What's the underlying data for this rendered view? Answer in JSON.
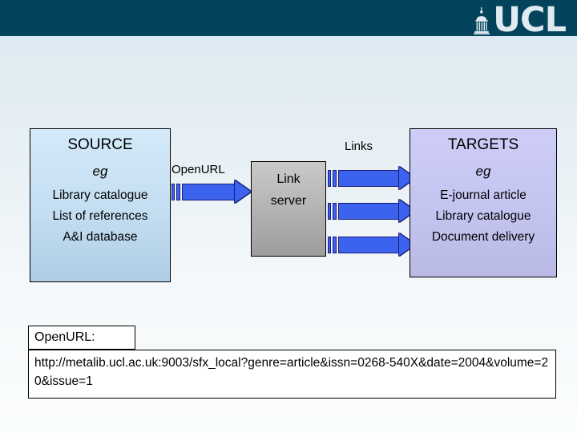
{
  "header": {
    "logo_text": "UCL",
    "logo_icon": "ucl-dome-icon",
    "bar_color": "#04435c"
  },
  "diagram": {
    "source": {
      "title": "SOURCE",
      "eg": "eg",
      "items": [
        "Library catalogue",
        "List of references",
        "A&I database"
      ],
      "fill_color": "#c3ddf1"
    },
    "link_server": {
      "line1": "Link",
      "line2": "server",
      "fill_color": "#b6b6b6"
    },
    "targets": {
      "title": "TARGETS",
      "eg": "eg",
      "items": [
        "E-journal article",
        "Library catalogue",
        "Document delivery"
      ],
      "fill_color": "#c4c4f1"
    },
    "labels": {
      "openurl": "OpenURL",
      "links": "Links"
    },
    "arrow_color": "#3b63ed"
  },
  "openurl_panel": {
    "caption": "OpenURL:",
    "value": "http://metalib.ucl.ac.uk:9003/sfx_local?genre=article&issn=0268-540X&date=2004&volume=20&issue=1"
  }
}
